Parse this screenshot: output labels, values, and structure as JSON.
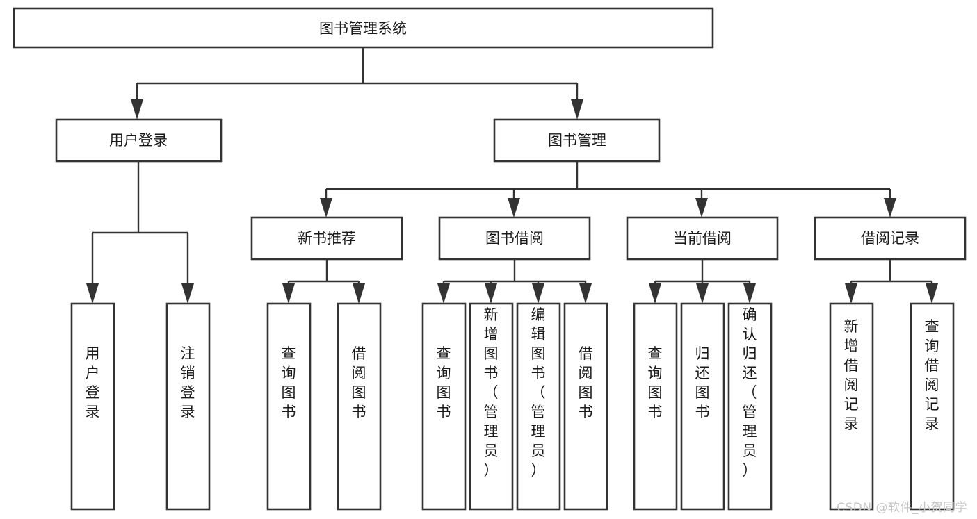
{
  "diagram": {
    "type": "tree-hierarchy",
    "title": "图书管理系统",
    "theme": {
      "background": "#ffffff",
      "box_fill": "#ffffff",
      "box_stroke": "#333333",
      "text_color": "#1a1a1a",
      "watermark_color": "#c6c6c6"
    },
    "root": {
      "label": "图书管理系统"
    },
    "level2": [
      {
        "label": "用户登录"
      },
      {
        "label": "图书管理"
      }
    ],
    "level3": [
      {
        "label": "新书推荐"
      },
      {
        "label": "图书借阅"
      },
      {
        "label": "当前借阅"
      },
      {
        "label": "借阅记录"
      }
    ],
    "leaves": {
      "user_login": [
        {
          "label": "用户登录"
        },
        {
          "label": "注销登录"
        }
      ],
      "new_book_recommend": [
        {
          "label": "查询图书"
        },
        {
          "label": "借阅图书"
        }
      ],
      "book_borrow": [
        {
          "label": "查询图书"
        },
        {
          "label": "新增图书（管理员）"
        },
        {
          "label": "编辑图书（管理员）"
        },
        {
          "label": "借阅图书"
        }
      ],
      "current_borrow": [
        {
          "label": "查询图书"
        },
        {
          "label": "归还图书"
        },
        {
          "label": "确认归还（管理员）"
        }
      ],
      "borrow_record": [
        {
          "label": "新增借阅记录"
        },
        {
          "label": "查询借阅记录"
        }
      ]
    }
  },
  "watermark": {
    "text": "CSDN @软件_小贺同学"
  }
}
